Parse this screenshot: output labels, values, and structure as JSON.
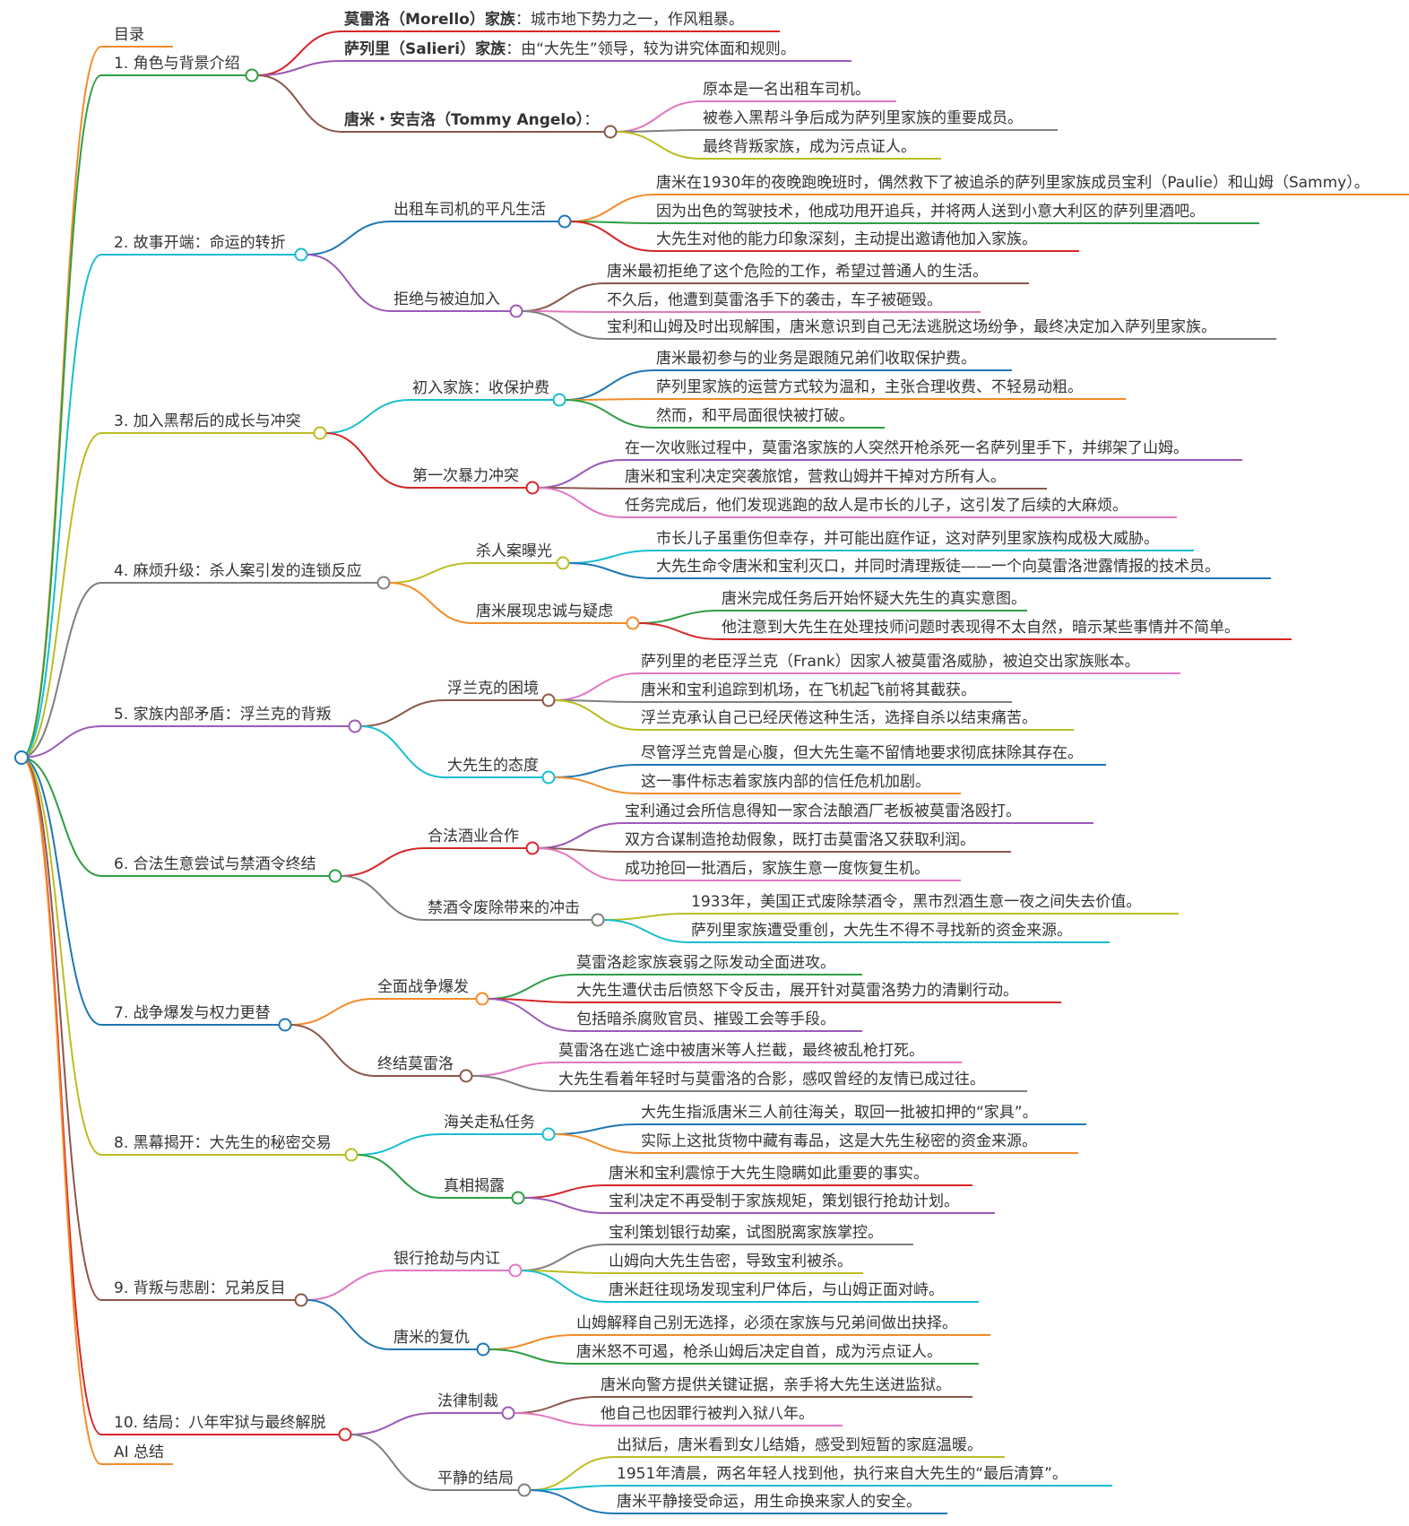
{
  "root": {
    "label": ""
  },
  "branches": [
    {
      "label": "目录",
      "color": "#f28c28",
      "children": []
    },
    {
      "label": "1. 角色与背景介绍",
      "color": "#2e9e44",
      "children": [
        {
          "label": "莫雷洛（Morello）家族",
          "suffix": "：城市地下势力之一，作风粗暴。",
          "color": "#d62728",
          "children": []
        },
        {
          "label": "萨列里（Salieri）家族",
          "suffix": "：由“大先生”领导，较为讲究体面和规则。",
          "color": "#9b59b6",
          "children": []
        },
        {
          "label": "唐米・安吉洛（Tommy Angelo）",
          "suffix": "：",
          "color": "#8c564b",
          "children": [
            {
              "label": "原本是一名出租车司机。",
              "color": "#e377c2"
            },
            {
              "label": "被卷入黑帮斗争后成为萨列里家族的重要成员。",
              "color": "#7f7f7f"
            },
            {
              "label": "最终背叛家族，成为污点证人。",
              "color": "#bcbd22"
            }
          ]
        }
      ]
    },
    {
      "label": "2. 故事开端：命运的转折",
      "color": "#17becf",
      "children": [
        {
          "label": "出租车司机的平凡生活",
          "color": "#1f77b4",
          "children": [
            {
              "label": "唐米在1930年的夜晚跑晚班时，偶然救下了被追杀的萨列里家族成员宝利（Paulie）和山姆（Sammy）。",
              "color": "#f28c28"
            },
            {
              "label": "因为出色的驾驶技术，他成功甩开追兵，并将两人送到小意大利区的萨列里酒吧。",
              "color": "#2e9e44"
            },
            {
              "label": "大先生对他的能力印象深刻，主动提出邀请他加入家族。",
              "color": "#d62728"
            }
          ]
        },
        {
          "label": "拒绝与被迫加入",
          "color": "#9b59b6",
          "children": [
            {
              "label": "唐米最初拒绝了这个危险的工作，希望过普通人的生活。",
              "color": "#8c564b"
            },
            {
              "label": "不久后，他遭到莫雷洛手下的袭击，车子被砸毁。",
              "color": "#e377c2"
            },
            {
              "label": "宝利和山姆及时出现解围，唐米意识到自己无法逃脱这场纷争，最终决定加入萨列里家族。",
              "color": "#7f7f7f"
            }
          ]
        }
      ]
    },
    {
      "label": "3. 加入黑帮后的成长与冲突",
      "color": "#bcbd22",
      "children": [
        {
          "label": "初入家族：收保护费",
          "color": "#17becf",
          "children": [
            {
              "label": "唐米最初参与的业务是跟随兄弟们收取保护费。",
              "color": "#1f77b4"
            },
            {
              "label": "萨列里家族的运营方式较为温和，主张合理收费、不轻易动粗。",
              "color": "#f28c28"
            },
            {
              "label": "然而，和平局面很快被打破。",
              "color": "#2e9e44"
            }
          ]
        },
        {
          "label": "第一次暴力冲突",
          "color": "#d62728",
          "children": [
            {
              "label": "在一次收账过程中，莫雷洛家族的人突然开枪杀死一名萨列里手下，并绑架了山姆。",
              "color": "#9b59b6"
            },
            {
              "label": "唐米和宝利决定突袭旅馆，营救山姆并干掉对方所有人。",
              "color": "#8c564b"
            },
            {
              "label": "任务完成后，他们发现逃跑的敌人是市长的儿子，这引发了后续的大麻烦。",
              "color": "#e377c2"
            }
          ]
        }
      ]
    },
    {
      "label": "4. 麻烦升级：杀人案引发的连锁反应",
      "color": "#7f7f7f",
      "children": [
        {
          "label": "杀人案曝光",
          "color": "#bcbd22",
          "children": [
            {
              "label": "市长儿子虽重伤但幸存，并可能出庭作证，这对萨列里家族构成极大威胁。",
              "color": "#17becf"
            },
            {
              "label": "大先生命令唐米和宝利灭口，并同时清理叛徒——一个向莫雷洛泄露情报的技术员。",
              "color": "#1f77b4"
            }
          ]
        },
        {
          "label": "唐米展现忠诚与疑虑",
          "color": "#f28c28",
          "children": [
            {
              "label": "唐米完成任务后开始怀疑大先生的真实意图。",
              "color": "#2e9e44"
            },
            {
              "label": "他注意到大先生在处理技师问题时表现得不太自然，暗示某些事情并不简单。",
              "color": "#d62728"
            }
          ]
        }
      ]
    },
    {
      "label": "5. 家族内部矛盾：浮兰克的背叛",
      "color": "#9b59b6",
      "children": [
        {
          "label": "浮兰克的困境",
          "color": "#8c564b",
          "children": [
            {
              "label": "萨列里的老臣浮兰克（Frank）因家人被莫雷洛威胁，被迫交出家族账本。",
              "color": "#e377c2"
            },
            {
              "label": "唐米和宝利追踪到机场，在飞机起飞前将其截获。",
              "color": "#7f7f7f"
            },
            {
              "label": "浮兰克承认自己已经厌倦这种生活，选择自杀以结束痛苦。",
              "color": "#bcbd22"
            }
          ]
        },
        {
          "label": "大先生的态度",
          "color": "#17becf",
          "children": [
            {
              "label": "尽管浮兰克曾是心腹，但大先生毫不留情地要求彻底抹除其存在。",
              "color": "#1f77b4"
            },
            {
              "label": "这一事件标志着家族内部的信任危机加剧。",
              "color": "#f28c28"
            }
          ]
        }
      ]
    },
    {
      "label": "6. 合法生意尝试与禁酒令终结",
      "color": "#2e9e44",
      "children": [
        {
          "label": "合法酒业合作",
          "color": "#d62728",
          "children": [
            {
              "label": "宝利通过会所信息得知一家合法酿酒厂老板被莫雷洛殴打。",
              "color": "#9b59b6"
            },
            {
              "label": "双方合谋制造抢劫假象，既打击莫雷洛又获取利润。",
              "color": "#8c564b"
            },
            {
              "label": "成功抢回一批酒后，家族生意一度恢复生机。",
              "color": "#e377c2"
            }
          ]
        },
        {
          "label": "禁酒令废除带来的冲击",
          "color": "#7f7f7f",
          "children": [
            {
              "label": "1933年，美国正式废除禁酒令，黑市烈酒生意一夜之间失去价值。",
              "color": "#bcbd22"
            },
            {
              "label": "萨列里家族遭受重创，大先生不得不寻找新的资金来源。",
              "color": "#17becf"
            }
          ]
        }
      ]
    },
    {
      "label": "7. 战争爆发与权力更替",
      "color": "#1f77b4",
      "children": [
        {
          "label": "全面战争爆发",
          "color": "#f28c28",
          "children": [
            {
              "label": "莫雷洛趁家族衰弱之际发动全面进攻。",
              "color": "#2e9e44"
            },
            {
              "label": "大先生遭伏击后愤怒下令反击，展开针对莫雷洛势力的清剿行动。",
              "color": "#d62728"
            },
            {
              "label": "包括暗杀腐败官员、摧毁工会等手段。",
              "color": "#9b59b6"
            }
          ]
        },
        {
          "label": "终结莫雷洛",
          "color": "#8c564b",
          "children": [
            {
              "label": "莫雷洛在逃亡途中被唐米等人拦截，最终被乱枪打死。",
              "color": "#e377c2"
            },
            {
              "label": "大先生看着年轻时与莫雷洛的合影，感叹曾经的友情已成过往。",
              "color": "#7f7f7f"
            }
          ]
        }
      ]
    },
    {
      "label": "8. 黑幕揭开：大先生的秘密交易",
      "color": "#bcbd22",
      "children": [
        {
          "label": "海关走私任务",
          "color": "#17becf",
          "children": [
            {
              "label": "大先生指派唐米三人前往海关，取回一批被扣押的“家具”。",
              "color": "#1f77b4"
            },
            {
              "label": "实际上这批货物中藏有毒品，这是大先生秘密的资金来源。",
              "color": "#f28c28"
            }
          ]
        },
        {
          "label": "真相揭露",
          "color": "#2e9e44",
          "children": [
            {
              "label": "唐米和宝利震惊于大先生隐瞒如此重要的事实。",
              "color": "#d62728"
            },
            {
              "label": "宝利决定不再受制于家族规矩，策划银行抢劫计划。",
              "color": "#9b59b6"
            }
          ]
        }
      ]
    },
    {
      "label": "9. 背叛与悲剧：兄弟反目",
      "color": "#8c564b",
      "children": [
        {
          "label": "银行抢劫与内讧",
          "color": "#e377c2",
          "children": [
            {
              "label": "宝利策划银行劫案，试图脱离家族掌控。",
              "color": "#7f7f7f"
            },
            {
              "label": "山姆向大先生告密，导致宝利被杀。",
              "color": "#bcbd22"
            },
            {
              "label": "唐米赶往现场发现宝利尸体后，与山姆正面对峙。",
              "color": "#17becf"
            }
          ]
        },
        {
          "label": "唐米的复仇",
          "color": "#1f77b4",
          "children": [
            {
              "label": "山姆解释自己别无选择，必须在家族与兄弟间做出抉择。",
              "color": "#f28c28"
            },
            {
              "label": "唐米怒不可遏，枪杀山姆后决定自首，成为污点证人。",
              "color": "#2e9e44"
            }
          ]
        }
      ]
    },
    {
      "label": "10. 结局：八年牢狱与最终解脱",
      "color": "#d62728",
      "children": [
        {
          "label": "法律制裁",
          "color": "#9b59b6",
          "children": [
            {
              "label": "唐米向警方提供关键证据，亲手将大先生送进监狱。",
              "color": "#8c564b"
            },
            {
              "label": "他自己也因罪行被判入狱八年。",
              "color": "#e377c2"
            }
          ]
        },
        {
          "label": "平静的结局",
          "color": "#7f7f7f",
          "children": [
            {
              "label": "出狱后，唐米看到女儿结婚，感受到短暂的家庭温暖。",
              "color": "#bcbd22"
            },
            {
              "label": "1951年清晨，两名年轻人找到他，执行来自大先生的“最后清算”。",
              "color": "#17becf"
            },
            {
              "label": "唐米平静接受命运，用生命换来家人的安全。",
              "color": "#1f77b4"
            }
          ]
        }
      ]
    },
    {
      "label": "AI 总结",
      "color": "#f28c28",
      "children": []
    }
  ]
}
